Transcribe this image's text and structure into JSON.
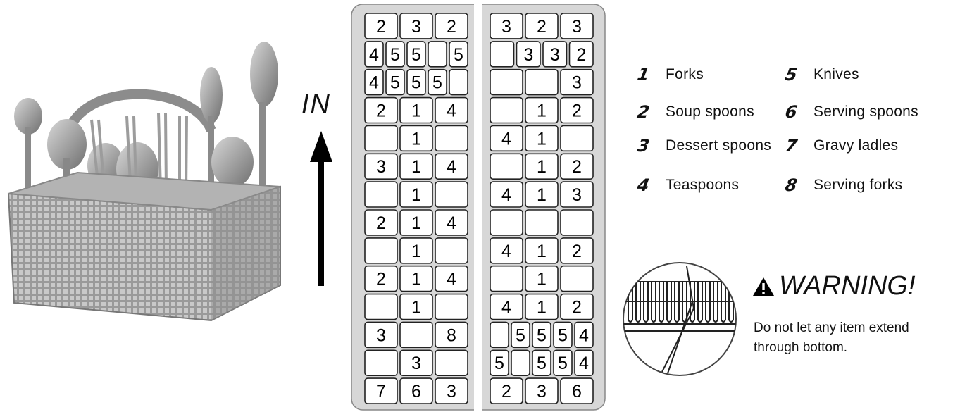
{
  "direction": {
    "label": "IN"
  },
  "legend": [
    {
      "num": "1",
      "label": "Forks"
    },
    {
      "num": "2",
      "label": "Soup spoons"
    },
    {
      "num": "3",
      "label": "Dessert spoons"
    },
    {
      "num": "4",
      "label": "Teaspoons"
    },
    {
      "num": "5",
      "label": "Knives"
    },
    {
      "num": "6",
      "label": "Serving spoons"
    },
    {
      "num": "7",
      "label": "Gravy ladles"
    },
    {
      "num": "8",
      "label": "Serving forks"
    }
  ],
  "warning": {
    "title": "WARNING!",
    "text": "Do not let any item extend through bottom."
  },
  "rack": {
    "left": [
      [
        "2",
        "3",
        "2"
      ],
      [
        "4",
        "5",
        "5",
        "",
        "5"
      ],
      [
        "4",
        "5",
        "5",
        "5",
        ""
      ],
      [
        "2",
        "1",
        "4"
      ],
      [
        "",
        "1",
        ""
      ],
      [
        "3",
        "1",
        "4"
      ],
      [
        "",
        "1",
        ""
      ],
      [
        "2",
        "1",
        "4"
      ],
      [
        "",
        "1",
        ""
      ],
      [
        "2",
        "1",
        "4"
      ],
      [
        "",
        "1",
        ""
      ],
      [
        "3",
        "",
        "8"
      ],
      [
        "",
        "3",
        ""
      ],
      [
        "7",
        "6",
        "3"
      ]
    ],
    "right": [
      [
        "3",
        "2",
        "3"
      ],
      [
        "",
        "3",
        "3",
        "2"
      ],
      [
        "",
        "",
        "3"
      ],
      [
        "",
        "1",
        "2"
      ],
      [
        "4",
        "1",
        ""
      ],
      [
        "",
        "1",
        "2"
      ],
      [
        "4",
        "1",
        "3"
      ],
      [
        "",
        "",
        ""
      ],
      [
        "4",
        "1",
        "2"
      ],
      [
        "",
        "1",
        ""
      ],
      [
        "4",
        "1",
        "2"
      ],
      [
        "",
        "5",
        "5",
        "5",
        "4"
      ],
      [
        "5",
        "",
        "5",
        "5",
        "4"
      ],
      [
        "2",
        "3",
        "6"
      ]
    ]
  }
}
